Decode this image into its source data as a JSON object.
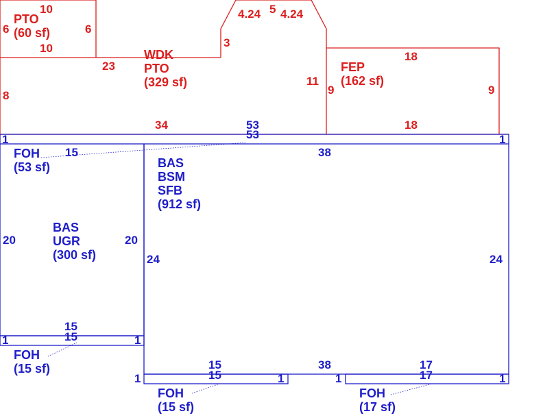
{
  "colors": {
    "red": "#dc1e1e",
    "blue": "#1e1ec8"
  },
  "areas": {
    "pto_small": {
      "code": "PTO",
      "area": "(60 sf)"
    },
    "wdk_pto": {
      "code1": "WDK",
      "code2": "PTO",
      "area": "(329 sf)"
    },
    "fep": {
      "code": "FEP",
      "area": "(162 sf)"
    },
    "foh_top": {
      "code": "FOH",
      "area": "(53 sf)"
    },
    "bas_main": {
      "code1": "BAS",
      "code2": "BSM",
      "code3": "SFB",
      "area": "(912 sf)"
    },
    "bas_ugr": {
      "code1": "BAS",
      "code2": "UGR",
      "area": "(300 sf)"
    },
    "foh_left": {
      "code": "FOH",
      "area": "(15 sf)"
    },
    "foh_mid": {
      "code": "FOH",
      "area": "(15 sf)"
    },
    "foh_right": {
      "code": "FOH",
      "area": "(17 sf)"
    }
  },
  "dims": {
    "pto_top": "10",
    "pto_bottom": "10",
    "pto_left": "6",
    "pto_right": "6",
    "wdk_23": "23",
    "wdk_8": "8",
    "wdk_34": "34",
    "wdk_3": "3",
    "bay_424_left": "4.24",
    "bay_5": "5",
    "bay_424_right": "4.24",
    "wdk_11": "11",
    "wdk_53": "53",
    "fep_top": "18",
    "fep_bottom": "18",
    "fep_left": "9",
    "fep_right": "9",
    "foh_top_53": "53",
    "foh_top_15": "15",
    "bas_38_top": "38",
    "bas_38_bottom": "38",
    "bas_24_left": "24",
    "bas_24_right": "24",
    "ugr_20_left": "20",
    "ugr_20_right": "20",
    "foh_left_15a": "15",
    "foh_left_15b": "15",
    "foh_mid_15a": "15",
    "foh_mid_15b": "15",
    "foh_right_17a": "17",
    "foh_right_17b": "17",
    "one": "1"
  }
}
